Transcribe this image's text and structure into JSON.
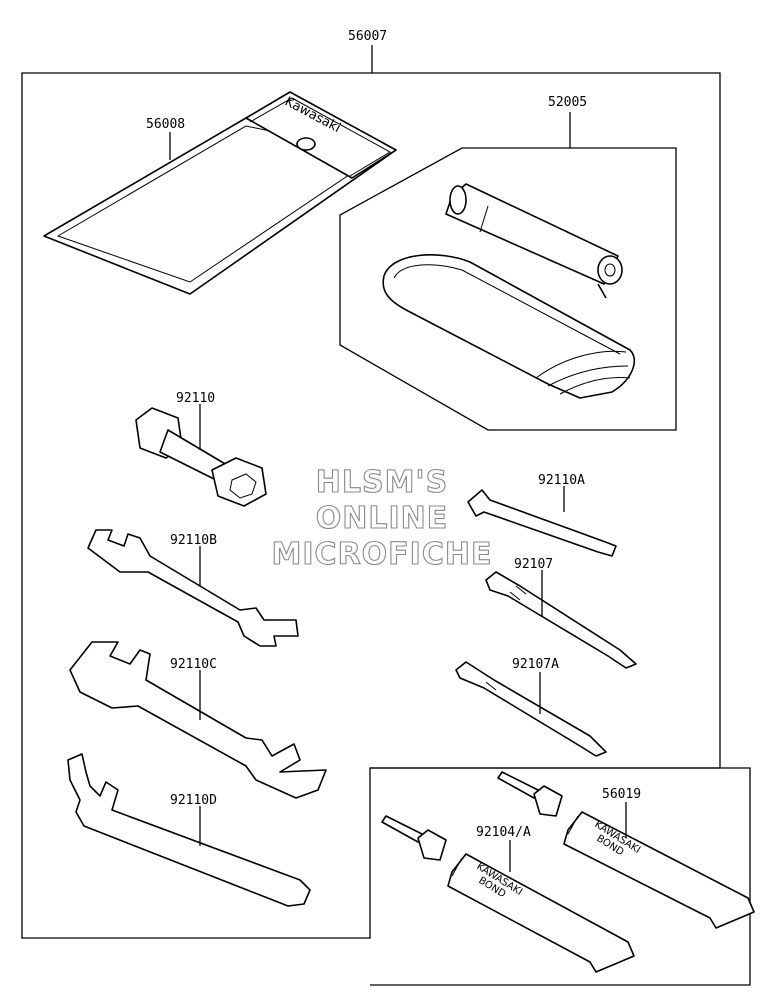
{
  "labels": {
    "kit": "56007",
    "pouch": "56008",
    "pump": "52005",
    "plug_wrench": "92110",
    "hex_key": "92110A",
    "wrench_b": "92110B",
    "screwdriver": "92107",
    "wrench_c": "92110C",
    "screwdriver_a": "92107A",
    "hook_wrench": "92110D",
    "bond_tube_a": "92104/A",
    "bond_tube_b": "56019"
  },
  "watermark": {
    "line1": "HLSM'S",
    "line2": "ONLINE",
    "line3": "MICROFICHE"
  },
  "tube_print": {
    "brand": "KAWASAKI",
    "product": "BOND"
  },
  "pouch_print": "Kawasaki"
}
